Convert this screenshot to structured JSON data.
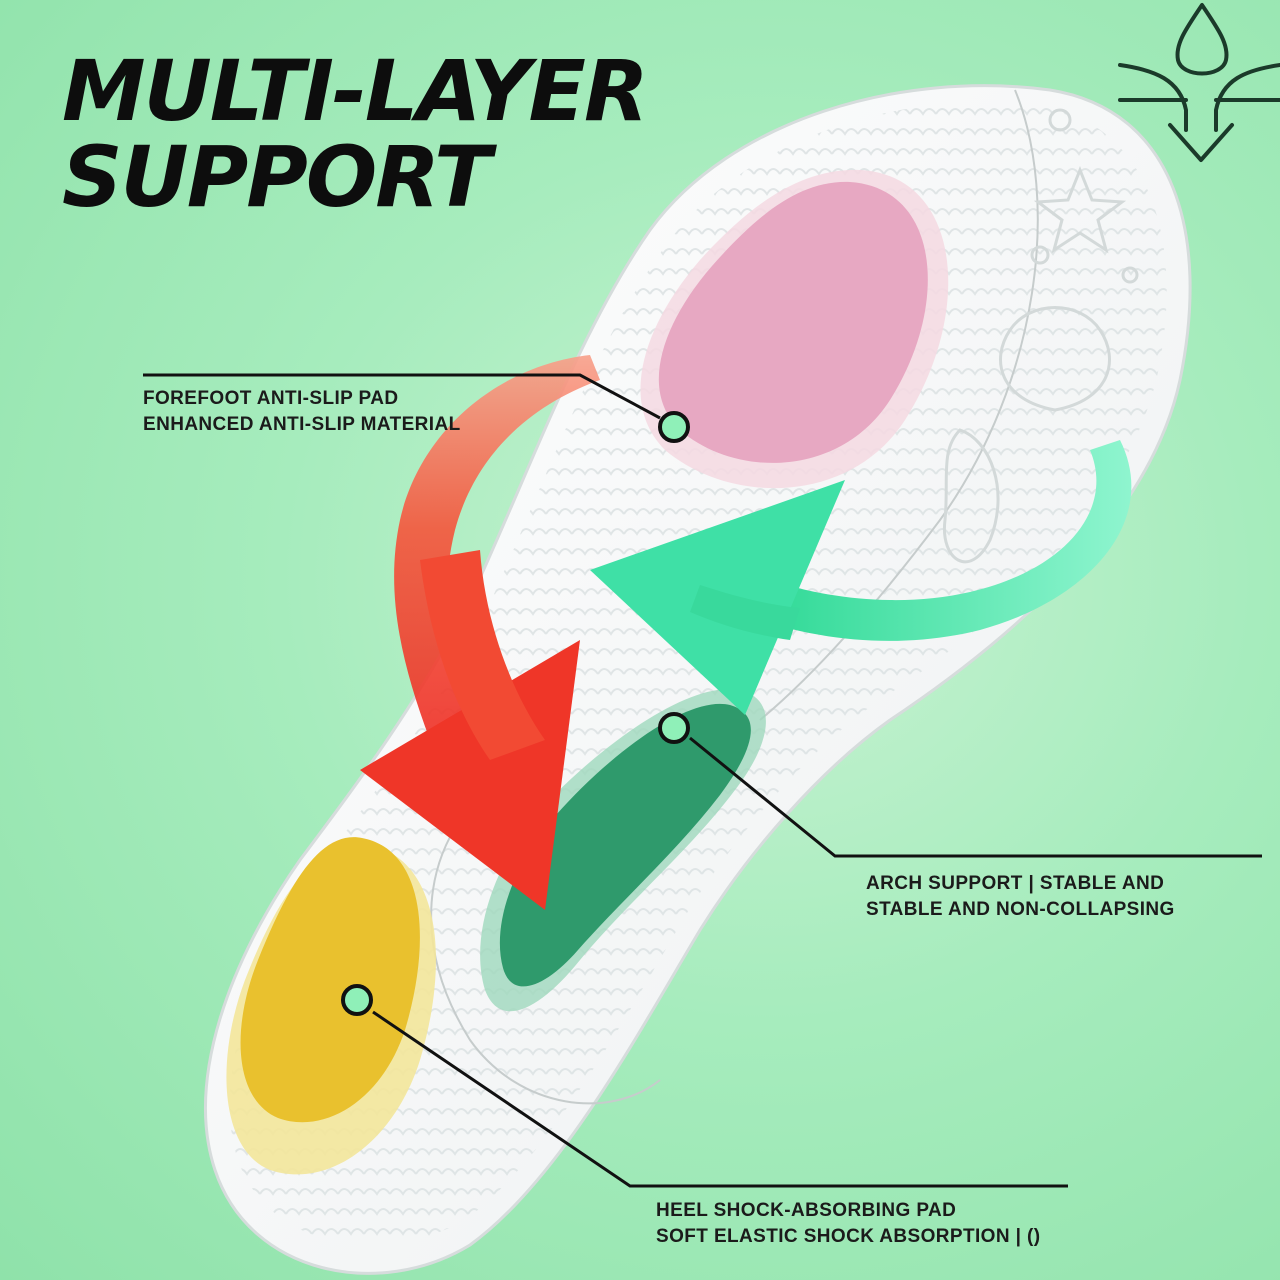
{
  "headline": {
    "line1": "MULTI-LAYER",
    "line2": "SUPPORT"
  },
  "callouts": {
    "forefoot": {
      "line1": "FOREFOOT ANTI-SLIP PAD",
      "line2": "ENHANCED ANTI-SLIP MATERIAL"
    },
    "arch": {
      "line1": "ARCH SUPPORT | STABLE AND",
      "line2": "STABLE AND NON-COLLAPSING"
    },
    "heel": {
      "line1": "HEEL SHOCK-ABSORBING PAD",
      "line2": "SOFT ELASTIC SHOCK ABSORPTION | ()"
    }
  },
  "icons": {
    "top_right": "water-drop-absorb-icon"
  },
  "colors": {
    "background": "#a6ecbd",
    "forefoot_pad": "#e7a8c2",
    "arch_pad": "#2f9a6c",
    "heel_pad": "#e9c12e",
    "red_arrow": "#f3412f",
    "teal_arrow": "#3fe0a6",
    "marker_fill": "#8ff0b8"
  }
}
